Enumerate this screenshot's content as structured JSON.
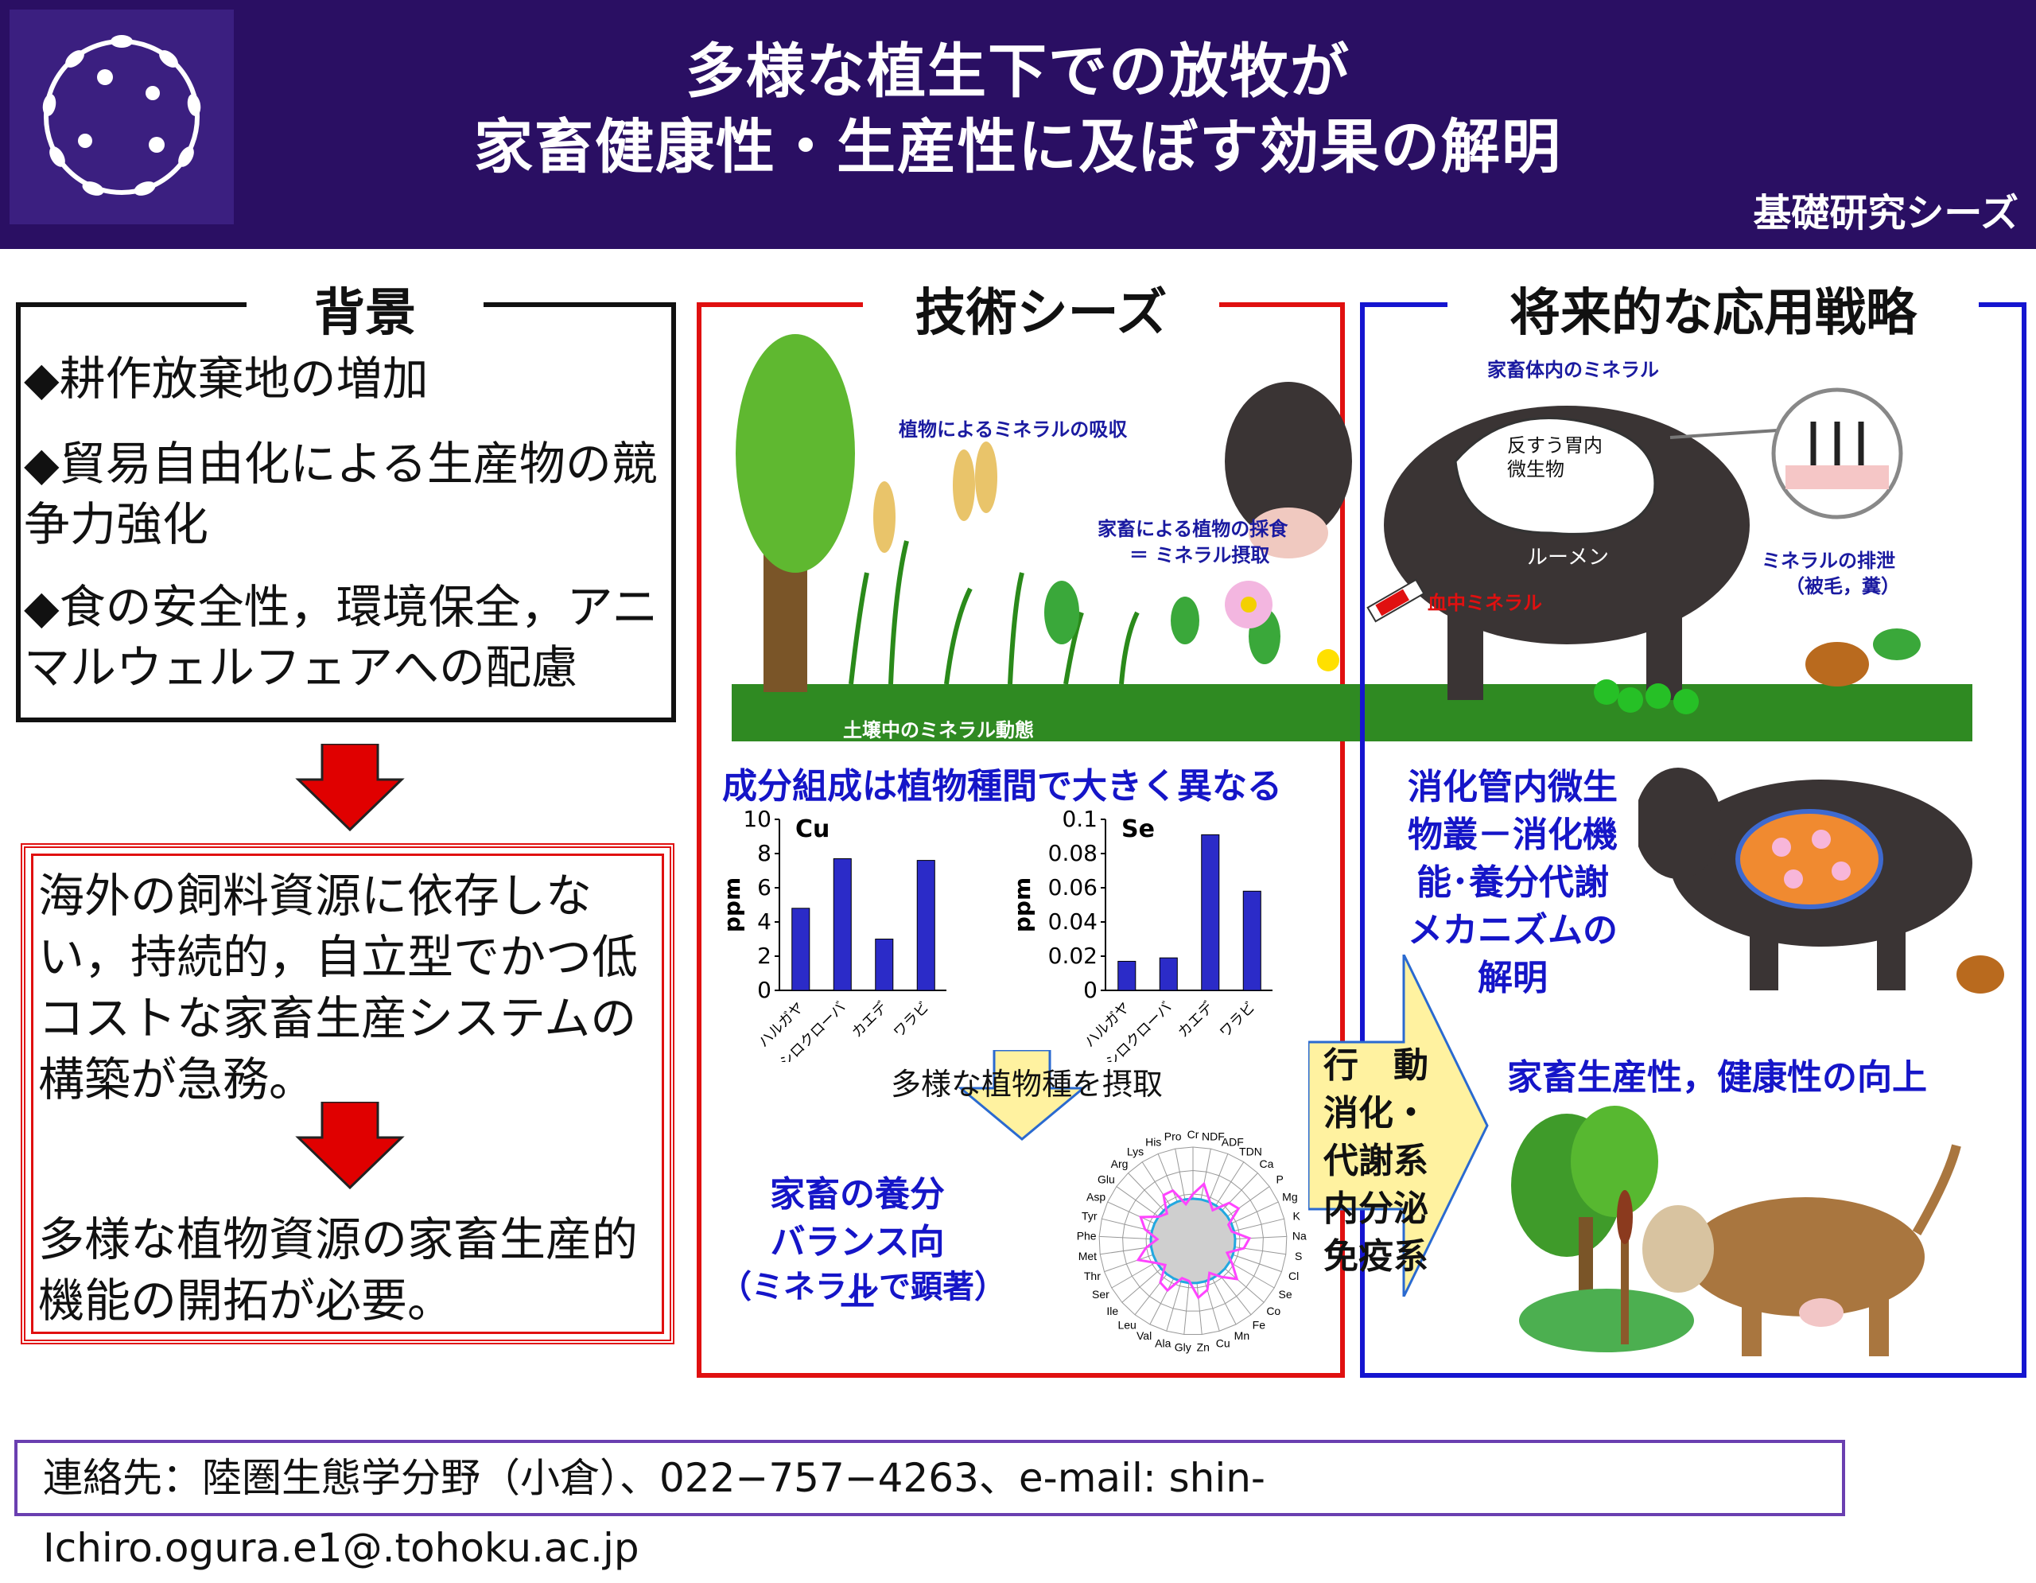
{
  "header": {
    "title_line1": "多様な植生下での放牧が",
    "title_line2": "家畜健康性・生産性に及ぼす効果の解明",
    "tag": "基礎研究シーズ",
    "colors": {
      "bg": "#2a0f63",
      "text": "#ffffff"
    }
  },
  "background": {
    "heading": "背景",
    "bullets": [
      "◆耕作放棄地の増加",
      "◆貿易自由化による生産物の競争力強化",
      "◆食の安全性，環境保全，アニマルウェルフェアへの配慮"
    ],
    "goal_text1": "海外の飼料資源に依存しない，持続的，自立型でかつ低コストな家畜生産システムの構築が急務。",
    "goal_text2": "多様な植物資源の家畜生産的機能の開拓が必要。"
  },
  "tech": {
    "heading": "技術シーズ",
    "labels": {
      "plant_absorb": "植物によるミネラルの吸収",
      "grazing": "家畜による植物の採食",
      "grazing2": "＝ ミネラル摂取",
      "soil": "土壌中のミネラル動態",
      "body_mineral": "家畜体内のミネラル",
      "rumen_micro": "反すう胃内",
      "rumen_micro2": "微生物",
      "rumen": "ルーメン",
      "blood": "血中ミネラル",
      "excretion": "ミネラルの排泄",
      "excretion2": "（被毛，糞）"
    },
    "composition_caption": "成分組成は植物種間で大きく異なる",
    "intake_caption": "多様な植物種を摂取",
    "balance_caption1": "家畜の養分",
    "balance_caption2": "バランス向上",
    "balance_caption3": "（ミネラルで顕著）"
  },
  "chart_data": [
    {
      "type": "bar",
      "title": "Cu",
      "ylabel": "ppm",
      "categories": [
        "ハルガヤ",
        "シロクローバ",
        "カエデ",
        "ワラビ"
      ],
      "values": [
        4.8,
        7.7,
        3.0,
        7.6
      ],
      "ylim": [
        0,
        10
      ],
      "yticks": [
        "0",
        "2",
        "4",
        "6",
        "8",
        "10"
      ],
      "color": "#2b2bc8"
    },
    {
      "type": "bar",
      "title": "Se",
      "ylabel": "ppm",
      "categories": [
        "ハルガヤ",
        "シロクローバ",
        "カエデ",
        "ワラビ"
      ],
      "values": [
        0.017,
        0.019,
        0.091,
        0.058
      ],
      "ylim": [
        0,
        0.1
      ],
      "yticks": [
        "0",
        "0.02",
        "0.04",
        "0.06",
        "0.08",
        "0.1"
      ],
      "color": "#2b2bc8"
    },
    {
      "type": "radar",
      "axes": [
        "Cr",
        "NDF",
        "ADF",
        "TDN",
        "Ca",
        "P",
        "Mg",
        "K",
        "Na",
        "S",
        "Cl",
        "Se",
        "Co",
        "Fe",
        "Mn",
        "Cu",
        "Zn",
        "Gly",
        "Ala",
        "Val",
        "Leu",
        "Ile",
        "Ser",
        "Thr",
        "Met",
        "Phe",
        "Tyr",
        "Asp",
        "Glu",
        "Arg",
        "Lys",
        "His",
        "Pro"
      ],
      "series_colors": [
        "#ff44ff",
        "#22a8e0"
      ]
    }
  ],
  "future": {
    "heading": "将来的な応用戦略",
    "microbe_text": [
      "消化管内微生",
      "物叢－消化機",
      "能･養分代謝",
      "メカニズムの",
      "解明"
    ],
    "arrow_text": [
      "行　動",
      "消化・",
      "代謝系",
      "内分泌",
      "免疫系"
    ],
    "productivity": "家畜生産性，健康性の向上"
  },
  "footer": {
    "contact": "連絡先：陸圏生態学分野（小倉）、022−757−4263、e-mail: shin-Ichiro.ogura.e1@.tohoku.ac.jp"
  }
}
